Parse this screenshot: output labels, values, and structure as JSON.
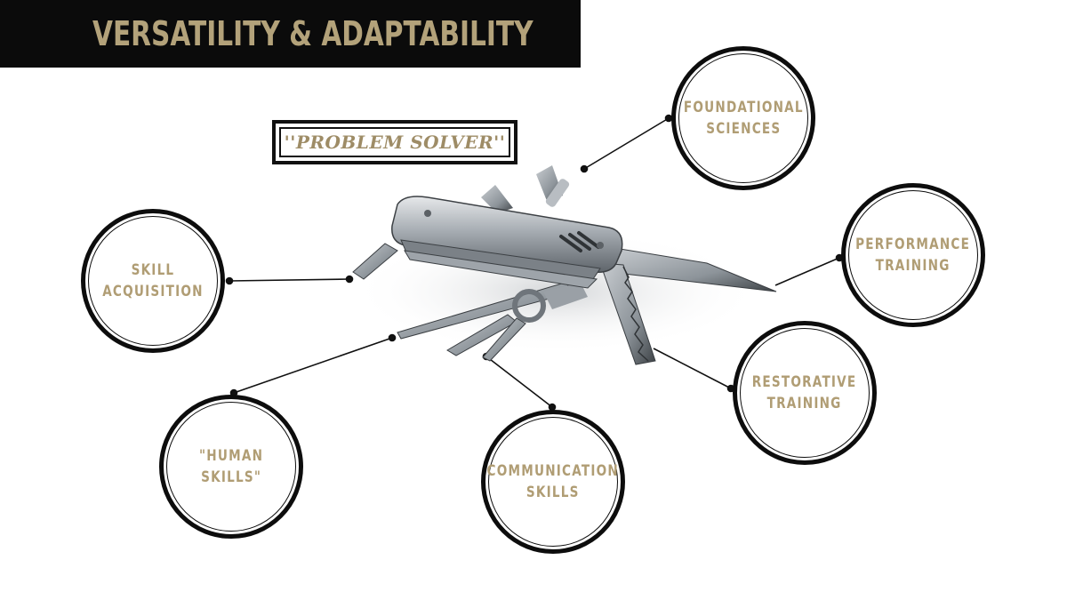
{
  "title": "VERSATILITY & ADAPTABILITY",
  "tagline": "''PROBLEM SOLVER''",
  "nodes": [
    {
      "id": "foundational-sciences",
      "label": "FOUNDATIONAL\nSCIENCES"
    },
    {
      "id": "performance-training",
      "label": "PERFORMANCE\nTRAINING"
    },
    {
      "id": "restorative-training",
      "label": "RESTORATIVE\nTRAINING"
    },
    {
      "id": "communication-skills",
      "label": "COMMUNICATION\nSKILLS"
    },
    {
      "id": "human-skills",
      "label": "\"HUMAN\nSKILLS\""
    },
    {
      "id": "skill-acquisition",
      "label": "SKILL\nACQUISITION"
    }
  ],
  "colors": {
    "title_bar": "#0b0b0b",
    "gold": "#b09d74",
    "line": "#111111",
    "steel": "#9aa0a6"
  },
  "icons": {
    "center_image": "swiss-army-knife-icon"
  }
}
